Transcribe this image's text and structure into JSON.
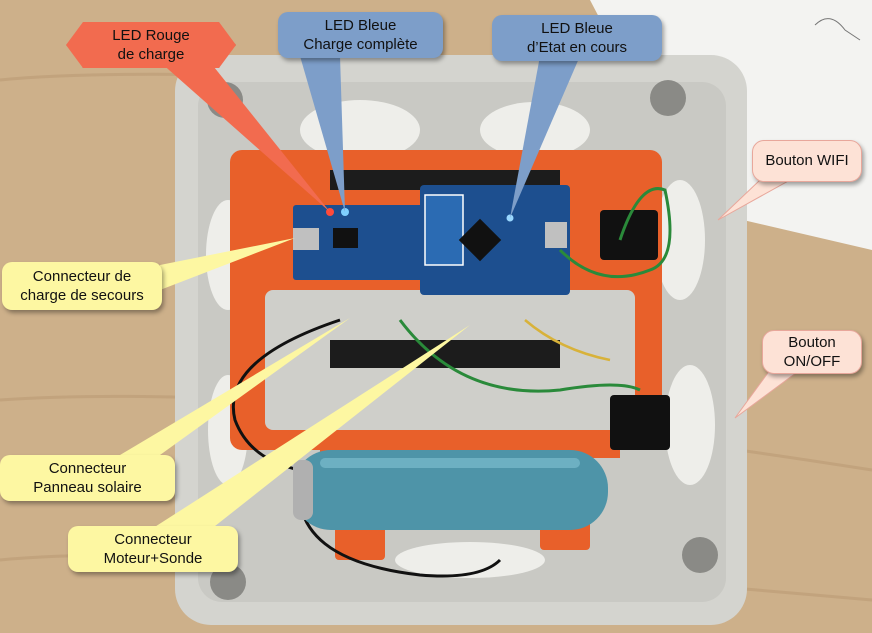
{
  "callouts": {
    "led_red": "LED Rouge\nde charge",
    "led_blue_full": "LED Bleue\nCharge complète",
    "led_blue_state": "LED Bleue\nd’Etat en cours",
    "wifi_button": "Bouton WIFI",
    "onoff_button": "Bouton\nON/OFF",
    "backup_charge": "Connecteur de\ncharge de secours",
    "solar_panel": "Connecteur\nPanneau solaire",
    "motor_probe": "Connecteur\nMoteur+Sonde"
  },
  "colors": {
    "table": "#cdb08a",
    "box": "#d8d8d2",
    "frame": "#e8602a",
    "board_blue": "#1d4f8f",
    "battery": "#4e94a8",
    "callout_red": "#f26b4f",
    "callout_blue": "#7d9ec9",
    "callout_yellow": "#fdf7a2",
    "callout_pink": "#fde2d6"
  },
  "icons": [
    "usb-port-icon",
    "wifi-antenna-icon",
    "battery-icon",
    "push-button-icon"
  ]
}
